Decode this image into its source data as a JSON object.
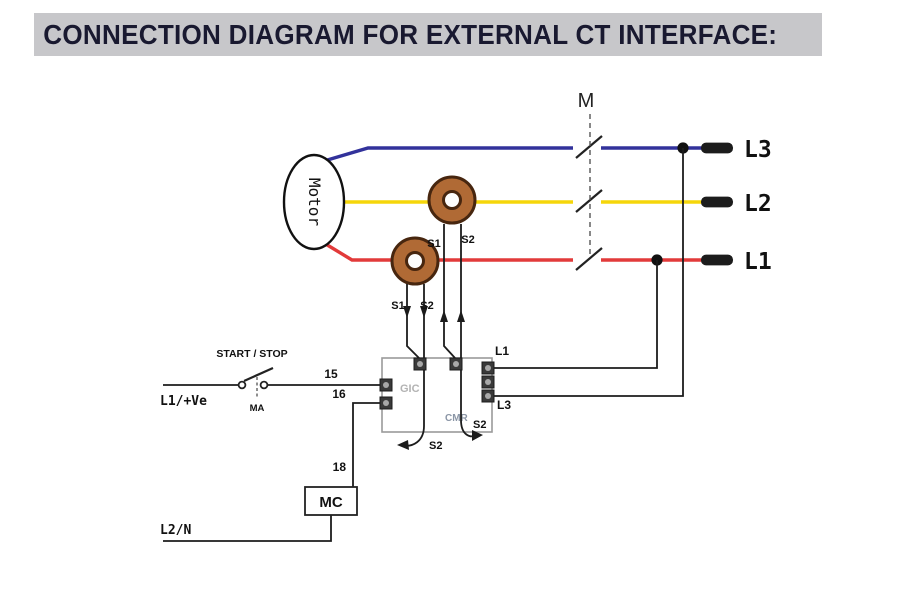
{
  "title": "CONNECTION DIAGRAM FOR EXTERNAL CT INTERFACE:",
  "colors": {
    "title_bg": "#c7c7ca",
    "title_text": "#191930",
    "phase_l3": "#32329b",
    "phase_l2": "#f5d60a",
    "phase_l1": "#e23a3a",
    "ct_body": "#b06a35",
    "ct_edge": "#47260f",
    "wire": "#1c1c1c",
    "terminal": "#1c1c1c",
    "relay_border": "#9a9a9a",
    "relay_text": "#b3b3b3",
    "cmr_text": "#8b96a6"
  },
  "diagram": {
    "motor_label": "Motor",
    "contactor_label": "M",
    "phases": {
      "l3": "L3",
      "l2": "L2",
      "l1": "L1"
    },
    "ct_top": {
      "s1": "S1",
      "s2": "S2"
    },
    "ct_bottom": {
      "s1": "S1",
      "s2": "S2"
    },
    "relay": {
      "brand": "GIC",
      "model": "CMR",
      "l1": "L1",
      "l3": "L3",
      "s2_left": "S2",
      "s2_right": "S2"
    },
    "terminals": {
      "t15": "15",
      "t16": "16",
      "t18": "18"
    },
    "control": {
      "start_stop": "START / STOP",
      "ma": "MA",
      "mc": "MC",
      "l1_ve": "L1/+Ve",
      "l2_n": "L2/N"
    }
  }
}
